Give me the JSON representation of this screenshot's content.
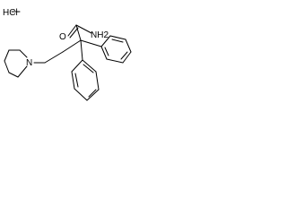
{
  "molecule": {
    "atoms": {
      "salt_hcl": "HCl",
      "oxygen": "O",
      "amide_nh2": "NH2",
      "piperidine_n": "N"
    }
  }
}
